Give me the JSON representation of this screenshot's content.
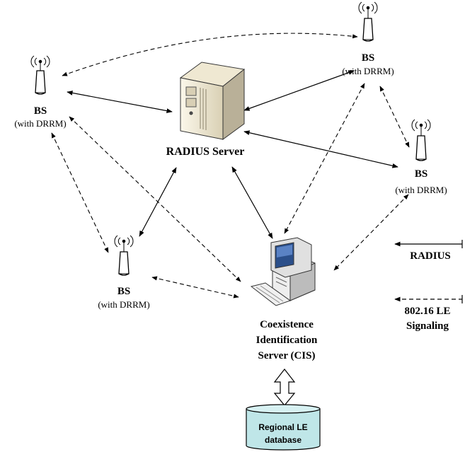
{
  "nodes": {
    "bs_top_left": {
      "title": "BS",
      "subtitle": "(with DRRM)"
    },
    "bs_top_right": {
      "title": "BS",
      "subtitle": "(with DRRM)"
    },
    "bs_right": {
      "title": "BS",
      "subtitle": "(with DRRM)"
    },
    "bs_bottom_left": {
      "title": "BS",
      "subtitle": "(with DRRM)"
    },
    "radius_server": {
      "label": "RADIUS Server"
    },
    "cis": {
      "label_lines": [
        "Coexistence",
        "Identification",
        "Server (CIS)"
      ]
    },
    "database": {
      "label_lines": [
        "Regional LE",
        "database"
      ]
    }
  },
  "legend": {
    "radius": "RADIUS",
    "signaling_lines": [
      "802.16 LE",
      "Signaling"
    ]
  },
  "colors": {
    "line": "#000000",
    "database_fill": "#bfe6e8",
    "server_body": "#f2ecd8",
    "tower": "#ffffff"
  }
}
